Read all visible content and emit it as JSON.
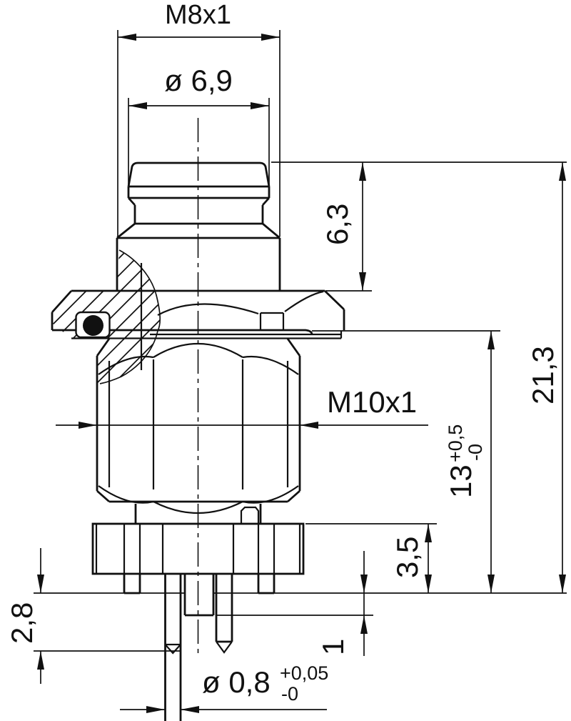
{
  "drawing": {
    "background": "#ffffff",
    "line_color": "#111111",
    "dimensions": {
      "m8_thread": {
        "label": "M8x1"
      },
      "top_diameter": {
        "label": "ø 6,9"
      },
      "plug_height": {
        "label": "6,3"
      },
      "overall_height": {
        "label": "21,3"
      },
      "m10_thread": {
        "label": "M10x1"
      },
      "mounting_height": {
        "label": "13",
        "tolerance_plus": "+0,5",
        "tolerance_minus": "-0"
      },
      "flange_height": {
        "label": "3,5"
      },
      "boss_protrusion": {
        "label": "1"
      },
      "pin_protrusion": {
        "label": "2,8"
      },
      "pin_diameter": {
        "label": "ø 0,8",
        "tolerance_plus": "+0,05",
        "tolerance_minus": "-0"
      }
    }
  }
}
